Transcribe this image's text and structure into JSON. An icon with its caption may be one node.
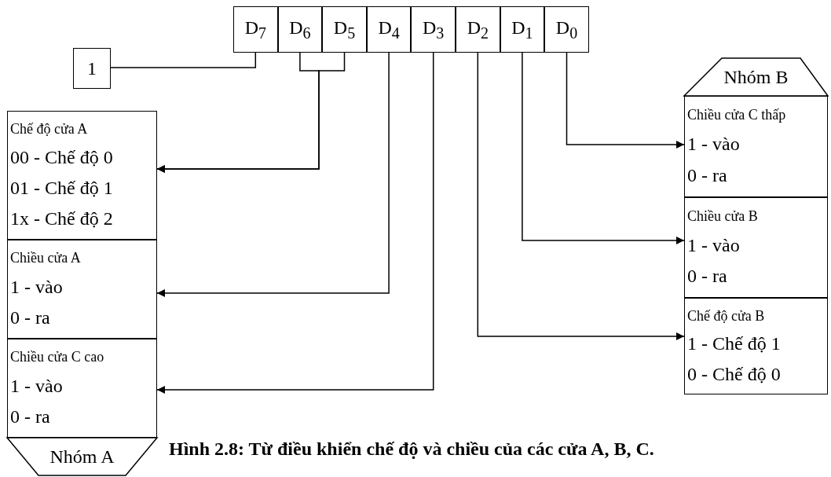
{
  "diagram": {
    "caption": "Hình 2.8: Từ điều khiển chế độ và chiều của các cửa A, B, C.",
    "nodes": [
      {
        "text": [
          "1"
        ]
      },
      {
        "text": [
          "D$_{7}$"
        ]
      },
      {
        "text": [
          "D$_{6}$"
        ]
      },
      {
        "text": [
          "D$_{5}$"
        ]
      },
      {
        "text": [
          "D$_{4}$"
        ]
      },
      {
        "text": [
          "D$_{3}$"
        ]
      },
      {
        "text": [
          "D$_{2}$"
        ]
      },
      {
        "text": [
          "D$_{1}$"
        ]
      },
      {
        "text": [
          "D$_{0}$"
        ]
      },
      {
        "text": [
          "Chế độ cửa A",
          "00 - Chế độ 0",
          "01 - Chế độ 1",
          "1x - Chế độ 2"
        ]
      },
      {
        "text": [
          "Chiều cửa A",
          "1 - vào",
          "0 - ra"
        ]
      },
      {
        "text": [
          "Chiều cửa C cao",
          "1 - vào",
          "0 - ra"
        ]
      },
      {
        "text": [
          "Nhóm A"
        ]
      },
      {
        "text": [
          "Nhóm B"
        ]
      },
      {
        "text": [
          "Chiều cửa C thấp",
          "1 - vào",
          "0 - ra"
        ]
      },
      {
        "text": [
          "Chiều cửa B",
          "1 - vào",
          "0 - ra"
        ]
      },
      {
        "text": [
          "Chế độ cửa B",
          "1 - Chế độ 1",
          "0 - Chế độ 0"
        ]
      }
    ],
    "edges": [
      {
        "from": 0,
        "to": 1,
        "arrow": "none"
      },
      {
        "from": 2,
        "to": 9,
        "arrow": "to"
      },
      {
        "from": 3,
        "to": 9,
        "arrow": "to"
      },
      {
        "from": 4,
        "to": 10,
        "arrow": "to"
      },
      {
        "from": 5,
        "to": 11,
        "arrow": "to"
      },
      {
        "from": 6,
        "to": 16,
        "arrow": "to"
      },
      {
        "from": 7,
        "to": 15,
        "arrow": "to"
      },
      {
        "from": 8,
        "to": 14,
        "arrow": "to"
      }
    ]
  }
}
